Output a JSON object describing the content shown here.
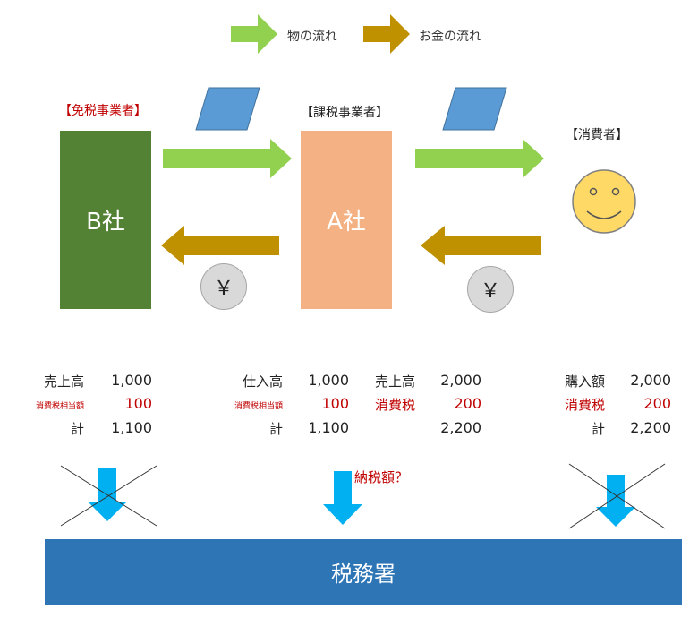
{
  "legend": {
    "goods_flow": "物の流れ",
    "money_flow": "お金の流れ",
    "goods_color": "#92d050",
    "money_color": "#bf9000"
  },
  "b_company": {
    "role": "【免税事業者】",
    "name": "B社",
    "color": "#548235"
  },
  "a_company": {
    "role": "【課税事業者】",
    "name": "A社",
    "color": "#f4b183"
  },
  "consumer": {
    "role": "【消費者】",
    "icon": "smiley-icon"
  },
  "currency": {
    "symbol": "￥"
  },
  "b_ledger": {
    "sales_label": "売上高",
    "sales_value": "1,000",
    "tax_label": "消費税相当額",
    "tax_value": "100",
    "total_label": "計",
    "total_value": "1,100"
  },
  "a_purchase": {
    "purchase_label": "仕入高",
    "purchase_value": "1,000",
    "tax_label": "消費税相当額",
    "tax_value": "100",
    "total_label": "計",
    "total_value": "1,100"
  },
  "a_sales": {
    "sales_label": "売上高",
    "sales_value": "2,000",
    "tax_label": "消費税",
    "tax_value": "200",
    "total_value": "2,200"
  },
  "consumer_ledger": {
    "purchase_label": "購入額",
    "purchase_value": "2,000",
    "tax_label": "消費税",
    "tax_value": "200",
    "total_label": "計",
    "total_value": "2,200"
  },
  "tax_question": "納税額？",
  "tax_office": {
    "name": "税務署",
    "color": "#2e75b6"
  },
  "accent_red": "#c00000",
  "arrow_blue": "#00b0f0"
}
